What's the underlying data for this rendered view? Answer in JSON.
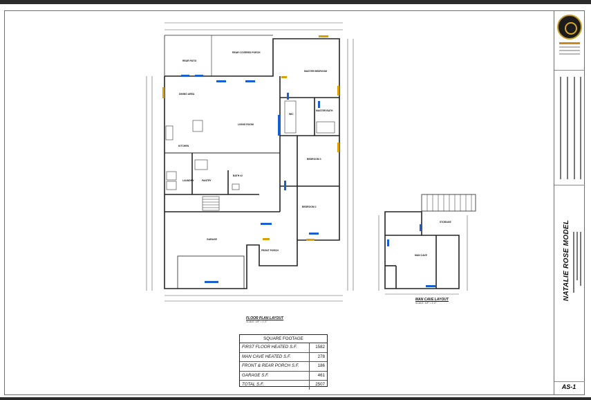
{
  "titleblock": {
    "model_title": "NATALIE ROSE MODEL",
    "sheet_number": "AS-1"
  },
  "floor_plan": {
    "caption": "FLOOR PLAN LAYOUT",
    "scale_note": "SCALE: 1/8\" = 1'-0\"",
    "rooms": {
      "rear_patio": "REAR PATIO",
      "rear_covered_porch": "REAR COVERED PORCH",
      "master_bedroom": "MASTER BEDROOM",
      "dining_area": "DINING AREA",
      "living_room": "LIVING ROOM",
      "kitchen": "KITCHEN",
      "wic": "WIC",
      "master_bath": "MASTER BATH",
      "bedroom_3": "BEDROOM 3",
      "laundry": "LAUNDRY",
      "pantry": "PANTRY",
      "bath_2": "BATH #2",
      "bedroom_2": "BEDROOM 2",
      "garage": "GARAGE",
      "front_porch": "FRONT PORCH"
    }
  },
  "man_cave": {
    "caption": "MAN CAVE LAYOUT",
    "scale_note": "SCALE: 1/8\" = 1'-0\"",
    "rooms": {
      "man_cave": "MAN CAVE",
      "storage": "STORAGE"
    }
  },
  "square_footage": {
    "header": "SQUARE FOOTAGE",
    "rows": [
      {
        "label": "FIRST FLOOR HEATED S.F.",
        "value": "1582"
      },
      {
        "label": "MAN CAVE HEATED S.F.",
        "value": "278"
      },
      {
        "label": "FRONT & REAR PORCH S.F.",
        "value": "186"
      },
      {
        "label": "GARAGE S.F.",
        "value": "461"
      },
      {
        "label": "TOTAL S.F.",
        "value": "2507"
      }
    ]
  },
  "colors": {
    "wall": "#222222",
    "dimension": "#444444",
    "door_tag": "#1a5fd0",
    "window_tag": "#d9a000",
    "logo_gold": "#c89b22"
  }
}
